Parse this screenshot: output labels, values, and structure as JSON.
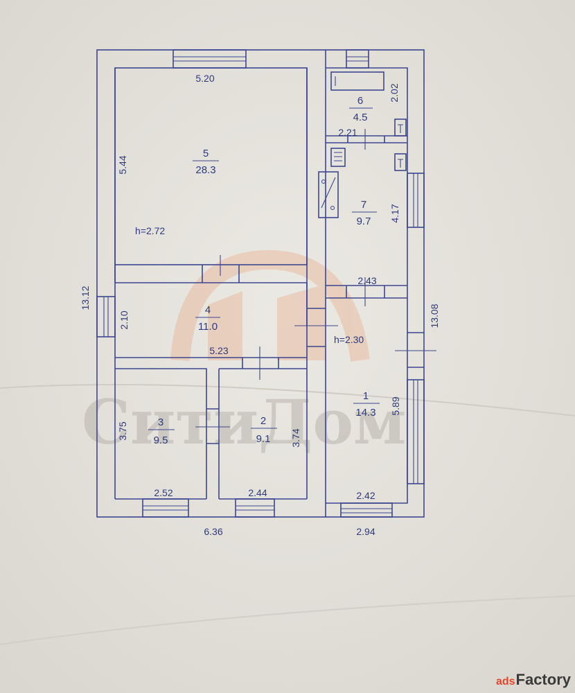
{
  "watermark": {
    "text": "СитиДом",
    "color": "#e9a37f"
  },
  "footer": {
    "prefix": "ads",
    "brand": "Factory"
  },
  "ceilings": {
    "left": "h=2.72",
    "right": "h=2.30"
  },
  "rooms": [
    {
      "id": "5",
      "number": "5",
      "area": "28.3"
    },
    {
      "id": "6",
      "number": "6",
      "area": "4.5"
    },
    {
      "id": "7",
      "number": "7",
      "area": "9.7"
    },
    {
      "id": "4",
      "number": "4",
      "area": "11.0"
    },
    {
      "id": "1",
      "number": "1",
      "area": "14.3"
    },
    {
      "id": "3",
      "number": "3",
      "area": "9.5"
    },
    {
      "id": "2",
      "number": "2",
      "area": "9.1"
    }
  ],
  "dimensions": {
    "room5_width": "5.20",
    "room5_height": "5.44",
    "room6_height": "2.02",
    "room6_width": "2.21",
    "room7_height": "4.17",
    "corridor_width": "2.43",
    "room4_height": "2.10",
    "room4_width": "5.23",
    "room1_height": "5.89",
    "room3_height": "3.75",
    "room2_height": "3.74",
    "room3_width": "2.52",
    "room2_width": "2.44",
    "room1_width": "2.42",
    "total_left_width": "6.36",
    "total_right_width": "2.94",
    "total_left_height": "13.12",
    "total_right_height": "13.08"
  }
}
